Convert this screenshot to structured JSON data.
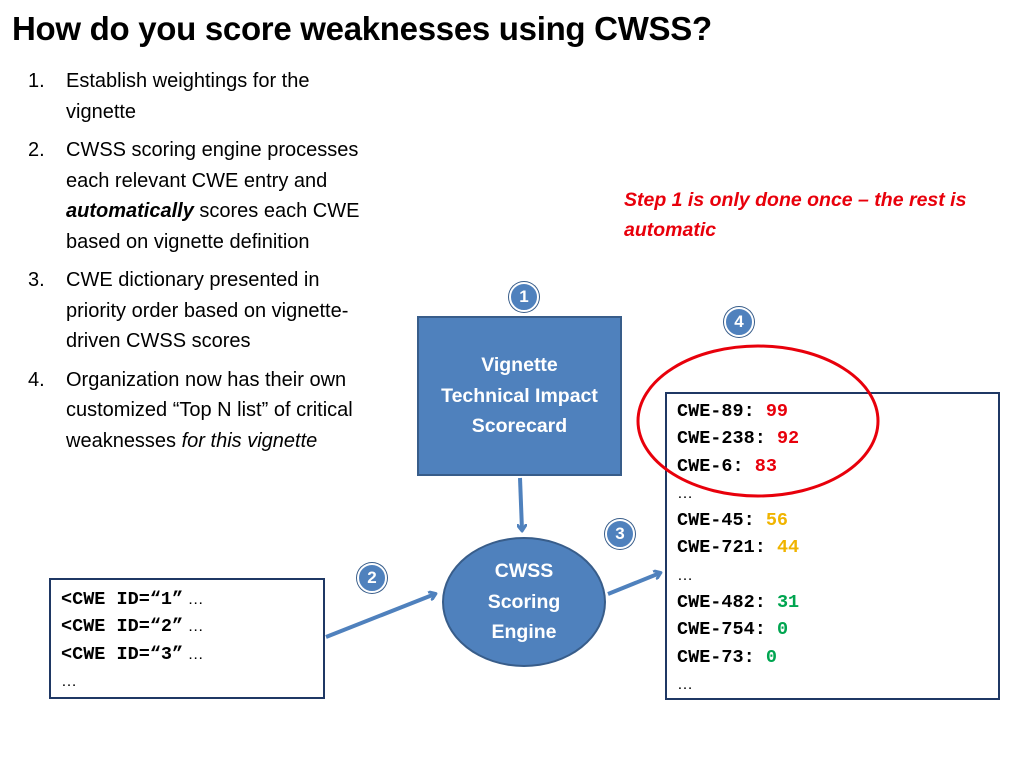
{
  "title": "How do you score weaknesses using CWSS?",
  "steps": [
    {
      "num": "1.",
      "text": "Establish weightings for the vignette"
    },
    {
      "num": "2.",
      "text_before": "CWSS scoring engine processes each relevant CWE entry and ",
      "emphasis": "automatically",
      "text_after": " scores each CWE based on vignette definition"
    },
    {
      "num": "3.",
      "text": "CWE dictionary presented in priority order based on vignette-driven CWSS scores"
    },
    {
      "num": "4.",
      "text_before": "Organization now has their own customized “Top N list” of critical weaknesses ",
      "emphasis": "for this vignette"
    }
  ],
  "note": "Step 1 is only done once – the rest is automatic",
  "badges": {
    "b1": "1",
    "b2": "2",
    "b3": "3",
    "b4": "4"
  },
  "scorecard": {
    "line1": "Vignette",
    "line2": "Technical Impact",
    "line3": "Scorecard"
  },
  "engine": {
    "line1": "CWSS",
    "line2": "Scoring",
    "line3": "Engine"
  },
  "input_lines": [
    {
      "text": "<CWE ID=“1”",
      "suffix": " …"
    },
    {
      "text": "<CWE ID=“2”",
      "suffix": " …"
    },
    {
      "text": "<CWE ID=“3”",
      "suffix": " …"
    },
    {
      "text": "…",
      "suffix": ""
    }
  ],
  "output_lines": [
    {
      "cwe": "CWE-89:",
      "score": "99"
    },
    {
      "cwe": "CWE-238:",
      "score": "92"
    },
    {
      "cwe": "CWE-6:",
      "score": "83"
    },
    {
      "cwe": "…",
      "score": ""
    },
    {
      "cwe": "CWE-45:",
      "score": "56"
    },
    {
      "cwe": "CWE-721:",
      "score": "44"
    },
    {
      "cwe": "…",
      "score": ""
    },
    {
      "cwe": "CWE-482:",
      "score": "31"
    },
    {
      "cwe": "CWE-754:",
      "score": "0"
    },
    {
      "cwe": "CWE-73:",
      "score": "0"
    },
    {
      "cwe": "…",
      "score": ""
    }
  ],
  "colors": {
    "accent_blue": "#4f81bd",
    "border_blue": "#385d8a",
    "note_red": "#e8000b",
    "score_high": "#e8000b",
    "score_medium": "#f0b400",
    "score_low": "#00a550",
    "highlight_circle": "#e8000b"
  }
}
